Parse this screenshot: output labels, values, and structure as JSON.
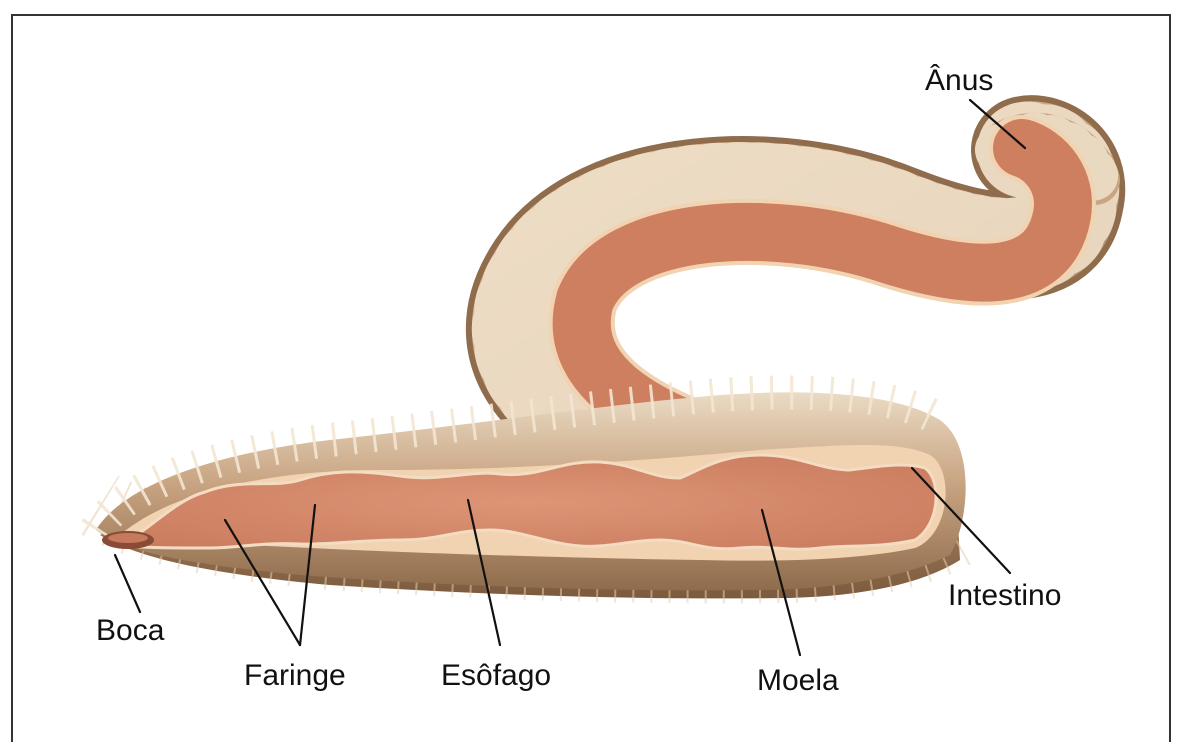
{
  "labels": {
    "anus": "Ânus",
    "boca": "Boca",
    "faringe": "Faringe",
    "esofago": "Esôfago",
    "moela": "Moela",
    "intestino": "Intestino"
  },
  "colors": {
    "frame": "#333333",
    "body_tan": "#c9a583",
    "body_light": "#e6cfae",
    "body_dark": "#8f6c4c",
    "gut": "#d98d6f",
    "gut_edge": "#f1d2b1",
    "label": "#111111"
  }
}
